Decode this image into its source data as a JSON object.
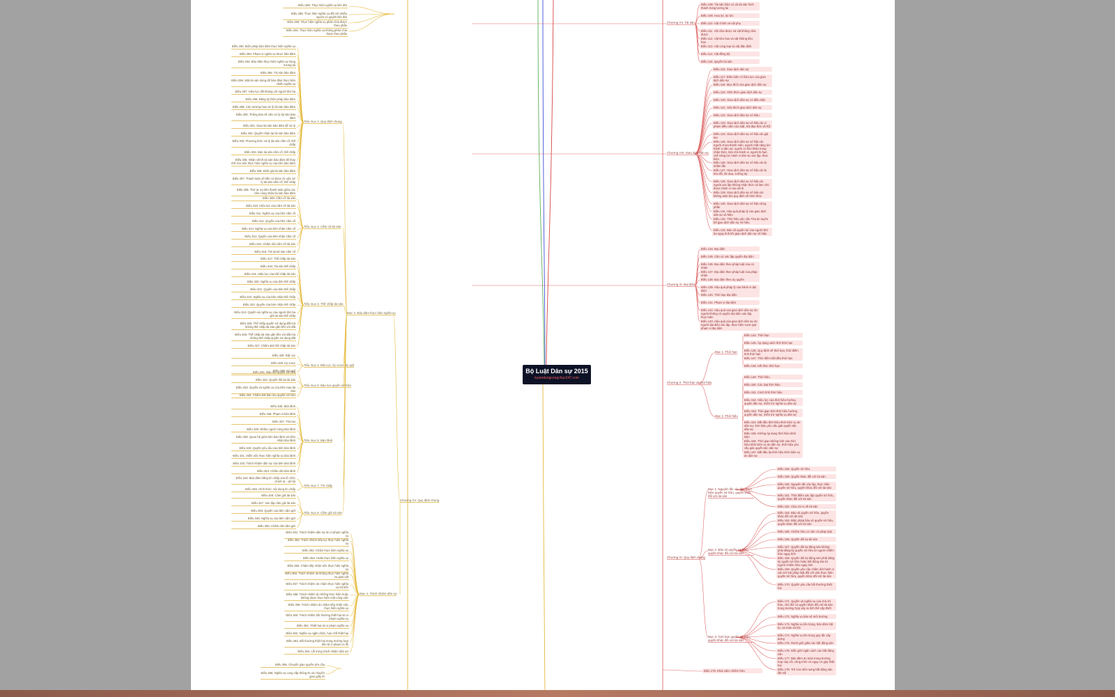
{
  "root": {
    "title": "Bộ Luật Dân sự 2015",
    "link": "tuyendungcongchuc247.com"
  },
  "left": {
    "top_items": [
      "Điều 288. Thực hiện nghĩa vụ liên đới",
      "Điều 289. Thực hiện nghĩa vụ đối với nhiều người có quyền liên đới",
      "Điều 290. Thực hiện nghĩa vụ phân chia được theo phần",
      "Điều 291. Thực hiện nghĩa vụ không phân chia được theo phần"
    ],
    "section": "Mục 3. Bảo đảm thực hiện nghĩa vụ",
    "chapter": "Chương XV. Quy định chung",
    "subgroups": [
      {
        "label": "Tiểu mục 1. Quy định chung",
        "items": [
          "Điều 292. Biện pháp bảo đảm thực hiện nghĩa vụ",
          "Điều 293. Phạm vi nghĩa vụ được bảo đảm",
          "Điều 294. Bảo đảm thực hiện nghĩa vụ trong tương lai",
          "Điều 295. Tài sản bảo đảm",
          "Điều 296. Một tài sản dùng để bảo đảm thực hiện nhiều nghĩa vụ",
          "Điều 297. Hiệu lực đối kháng với người thứ ba",
          "Điều 298. Đăng ký biện pháp bảo đảm",
          "Điều 299. Các trường hợp xử lý tài sản bảo đảm",
          "Điều 300. Thông báo về việc xử lý tài sản bảo đảm",
          "Điều 301. Giao tài sản bảo đảm để xử lý",
          "Điều 302. Quyền nhận lại tài sản bảo đảm",
          "Điều 303. Phương thức xử lý tài sản cầm cố, thế chấp",
          "Điều 304. Bán tài sản cầm cố, thế chấp",
          "Điều 305. Nhận chính tài sản bảo đảm để thay thế cho việc thực hiện nghĩa vụ của bên bảo đảm",
          "Điều 306. Định giá tài sản bảo đảm",
          "Điều 307. Thanh toán số tiền có được từ việc xử lý tài sản cầm cố, thế chấp",
          "Điều 308. Thứ tự ưu tiên thanh toán giữa các bên cùng nhận tài sản bảo đảm"
        ]
      },
      {
        "label": "Tiểu mục 2. Cầm cố tài sản",
        "items": [
          "Điều 309. Cầm cố tài sản",
          "Điều 310. Hiệu lực của cầm cố tài sản",
          "Điều 311. Nghĩa vụ của bên cầm cố",
          "Điều 312. Quyền của bên cầm cố",
          "Điều 313. Nghĩa vụ của bên nhận cầm cố",
          "Điều 314. Quyền của bên nhận cầm cố",
          "Điều 315. Chấm dứt cầm cố tài sản",
          "Điều 316. Trả lại tài sản cầm cố"
        ]
      },
      {
        "label": "Tiểu mục 3. Thế chấp tài sản",
        "items": [
          "Điều 317. Thế chấp tài sản",
          "Điều 318. Tài sản thế chấp",
          "Điều 319. Hiệu lực của thế chấp tài sản",
          "Điều 320. Nghĩa vụ của bên thế chấp",
          "Điều 321. Quyền của bên thế chấp",
          "Điều 322. Nghĩa vụ của bên nhận thế chấp",
          "Điều 323. Quyền của bên nhận thế chấp",
          "Điều 324. Quyền và nghĩa vụ của người thứ ba giữ tài sản thế chấp",
          "Điều 325. Thế chấp quyền sử dụng đất mà không thế chấp tài sản gắn liền với đất",
          "Điều 326. Thế chấp tài sản gắn liền với đất mà không thế chấp quyền sử dụng đất",
          "Điều 327. Chấm dứt thế chấp tài sản"
        ]
      },
      {
        "label": "Tiểu mục 4. Đặt cọc, ký cược, ký quỹ",
        "items": [
          "Điều 328. Đặt cọc",
          "Điều 329. Ký cược",
          "Điều 330. Ký quỹ"
        ]
      },
      {
        "label": "Tiểu mục 5. Bảo lưu quyền sở hữu",
        "items": [
          "Điều 331. Bảo lưu quyền sở hữu",
          "Điều 332. Quyền đòi lại tài sản",
          "Điều 333. Quyền và nghĩa vụ của bên mua tài sản",
          "Điều 334. Chấm dứt bảo lưu quyền sở hữu"
        ]
      },
      {
        "label": "Tiểu mục 6. Bảo lãnh",
        "items": [
          "Điều 335. Bảo lãnh",
          "Điều 336. Phạm vi bảo lãnh",
          "Điều 337. Thù lao",
          "Điều 338. Nhiều người cùng bảo lãnh",
          "Điều 339. Quan hệ giữa bên bảo lãnh với bên nhận bảo lãnh",
          "Điều 340. Quyền yêu cầu của bên bảo lãnh",
          "Điều 341. Miễn việc thực hiện nghĩa vụ bảo lãnh",
          "Điều 342. Trách nhiệm dân sự của bên bảo lãnh",
          "Điều 343. Chấm dứt bảo lãnh"
        ]
      },
      {
        "label": "Tiểu mục 7. Tín chấp",
        "items": [
          "Điều 344. Bảo đảm bằng tín chấp của tổ chức chính trị - xã hội",
          "Điều 345. Hình thức, nội dung tín chấp"
        ]
      },
      {
        "label": "Tiểu mục 8. Cầm giữ tài sản",
        "items": [
          "Điều 346. Cầm giữ tài sản",
          "Điều 347. Xác lập cầm giữ tài sản",
          "Điều 348. Quyền của bên cầm giữ",
          "Điều 349. Nghĩa vụ của bên cầm giữ",
          "Điều 350. Chấm dứt cầm giữ"
        ]
      }
    ],
    "section4": {
      "label": "Mục 4. Trách nhiệm dân sự",
      "items": [
        "Điều 351. Trách nhiệm dân sự do vi phạm nghĩa vụ",
        "Điều 352. Trách nhiệm tiếp tục thực hiện nghĩa vụ",
        "Điều 353. Chậm thực hiện nghĩa vụ",
        "Điều 354. Hoãn thực hiện nghĩa vụ",
        "Điều 355. Chậm tiếp nhận việc thực hiện nghĩa vụ",
        "Điều 356. Trách nhiệm do không thực hiện nghĩa vụ giao vật",
        "Điều 357. Trách nhiệm do chậm thực hiện nghĩa vụ trả tiền",
        "Điều 358. Trách nhiệm do không thực hiện hoặc không được thực hiện một công việc",
        "Điều 359. Trách nhiệm do chậm tiếp nhận việc thực hiện nghĩa vụ",
        "Điều 360. Trách nhiệm bồi thường thiệt hại do vi phạm nghĩa vụ",
        "Điều 361. Thiệt hại do vi phạm nghĩa vụ",
        "Điều 362. Nghĩa vụ ngăn chặn, hạn chế thiệt hại",
        "Điều 363. Bồi thường thiệt hại trong trường hợp bên bị vi phạm có lỗi",
        "Điều 364. Lỗi trong trách nhiệm dân sự"
      ]
    },
    "bottom_items": [
      "Điều 365. Chuyển giao quyền yêu cầu",
      "Điều 366. Nghĩa vụ cung cấp thông tin và chuyển giao giấy tờ"
    ]
  },
  "right": {
    "chapter7": {
      "label": "Chương VII. Tài sản",
      "items": [
        "Điều 108. Tài sản hiện có và tài sản hình thành trong tương lai",
        "Điều 109. Hoa lợi, lợi tức",
        "Điều 110. Vật chính và vật phụ",
        "Điều 111. Vật chia được và vật không chia được",
        "Điều 112. Vật tiêu hao và vật không tiêu hao",
        "Điều 113. Vật cùng loại và vật đặc định",
        "Điều 114. Vật đồng bộ",
        "Điều 115. Quyền tài sản"
      ]
    },
    "chapter8": {
      "label": "Chương VIII. Giao dịch dân sự",
      "items": [
        "Điều 116. Giao dịch dân sự",
        "Điều 117. Điều kiện có hiệu lực của giao dịch dân sự",
        "Điều 118. Mục đích của giao dịch dân sự",
        "Điều 119. Hình thức giao dịch dân sự",
        "Điều 120. Giao dịch dân sự có điều kiện",
        "Điều 121. Giải thích giao dịch dân sự",
        "Điều 122. Giao dịch dân sự vô hiệu",
        "Điều 123. Giao dịch dân sự vô hiệu do vi phạm điều cấm của luật, trái đạo đức xã hội",
        "Điều 124. Giao dịch dân sự vô hiệu do giả tạo",
        "Điều 125. Giao dịch dân sự vô hiệu do người chưa thành niên, người mất năng lực hành vi dân sự, người có khó khăn trong nhận thức, làm chủ hành vi, người bị hạn chế năng lực hành vi dân sự xác lập, thực hiện",
        "Điều 126. Giao dịch dân sự vô hiệu do bị nhầm lẫn",
        "Điều 127. Giao dịch dân sự vô hiệu do bị lừa dối, đe dọa, cưỡng ép",
        "Điều 128. Giao dịch dân sự vô hiệu do người xác lập không nhận thức và làm chủ được hành vi của mình",
        "Điều 129. Giao dịch dân sự vô hiệu do không tuân thủ quy định về hình thức",
        "Điều 130. Giao dịch dân sự vô hiệu từng phần",
        "Điều 131. Hậu quả pháp lý của giao dịch dân sự vô hiệu",
        "Điều 132. Thời hiệu yêu cầu Tòa án tuyên bố giao dịch dân sự vô hiệu",
        "Điều 133. Bảo vệ quyền lợi của người thứ ba ngay tình khi giao dịch dân sự vô hiệu"
      ]
    },
    "chapter9": {
      "label": "Chương IX. Đại diện",
      "items": [
        "Điều 134. Đại diện",
        "Điều 135. Căn cứ xác lập quyền đại diện",
        "Điều 136. Đại diện theo pháp luật của cá nhân",
        "Điều 137. Đại diện theo pháp luật của pháp nhân",
        "Điều 138. Đại diện theo ủy quyền",
        "Điều 139. Hậu quả pháp lý của hành vi đại diện",
        "Điều 140. Thời hạn đại diện",
        "Điều 141. Phạm vi đại diện",
        "Điều 142. Hậu quả của giao dịch dân sự do người không có quyền đại diện xác lập, thực hiện",
        "Điều 143. Hậu quả của giao dịch dân sự do người đại diện xác lập, thực hiện vượt quá phạm vi đại diện"
      ]
    },
    "chapter10": {
      "label": "Chương X. Thời hạn và thời hiệu",
      "groups": [
        {
          "label": "Mục 1. Thời hạn",
          "items": [
            "Điều 144. Thời hạn",
            "Điều 145. Áp dụng cách tính thời hạn",
            "Điều 146. Quy định về thời hạn, thời điểm tính thời hạn",
            "Điều 147. Thời điểm bắt đầu thời hạn",
            "Điều 148. Kết thúc thời hạn"
          ]
        },
        {
          "label": "Mục 2. Thời hiệu",
          "items": [
            "Điều 149. Thời hiệu",
            "Điều 150. Các loại thời hiệu",
            "Điều 151. Cách tính thời hiệu",
            "Điều 152. Hiệu lực của thời hiệu hưởng quyền dân sự, miễn trừ nghĩa vụ dân sự",
            "Điều 153. Thời gian tính thời hiệu hưởng quyền dân sự, miễn trừ nghĩa vụ dân sự",
            "Điều 154. Bắt đầu thời hiệu khởi kiện vụ án dân sự, thời hiệu yêu cầu giải quyết việc dân sự",
            "Điều 155. Không áp dụng thời hiệu khởi kiện",
            "Điều 156. Thời gian không tính vào thời hiệu khởi kiện vụ án dân sự, thời hiệu yêu cầu giải quyết việc dân sự",
            "Điều 157. Bắt đầu lại thời hiệu khởi kiện vụ án dân sự"
          ]
        }
      ]
    },
    "chapter11": {
      "label": "Chương XI. Quy định chung",
      "groups": [
        {
          "label": "Mục 1. Nguyên tắc xác lập, thực hiện quyền sở hữu, quyền khác đối với tài sản",
          "items": [
            "Điều 158. Quyền sở hữu",
            "Điều 159. Quyền khác đối với tài sản",
            "Điều 160. Nguyên tắc xác lập, thực hiện quyền sở hữu, quyền khác đối với tài sản",
            "Điều 161. Thời điểm xác lập quyền sở hữu, quyền khác đối với tài sản",
            "Điều 162. Chịu rủi ro về tài sản"
          ]
        },
        {
          "label": "Mục 2. Bảo vệ quyền sở hữu, quyền khác đối với tài sản",
          "items": [
            "Điều 163. Bảo vệ quyền sở hữu, quyền khác đối với tài sản",
            "Điều 164. Biện pháp bảo vệ quyền sở hữu, quyền khác đối với tài sản",
            "Điều 165. Chiếm hữu có căn cứ pháp luật",
            "Điều 166. Quyền đòi lại tài sản",
            "Điều 167. Quyền đòi lại động sản không phải đăng ký quyền sở hữu từ người chiếm hữu ngay tình",
            "Điều 168. Quyền đòi lại động sản phải đăng ký quyền sở hữu hoặc bất động sản từ người chiếm hữu ngay tình",
            "Điều 169. Quyền yêu cầu chấm dứt hành vi cản trở trái pháp luật đối với việc thực hiện quyền sở hữu, quyền khác đối với tài sản",
            "Điều 170. Quyền yêu cầu bồi thường thiệt hại"
          ]
        },
        {
          "label": "Mục 3. Giới hạn quyền sở hữu, quyền khác đối với tài sản",
          "items": [
            "Điều 171. Quyền và nghĩa vụ của chủ sở hữu, chủ thể có quyền khác đối với tài sản trong trường hợp xảy ra tình thế cấp thiết",
            "Điều 172. Nghĩa vụ bảo vệ môi trường",
            "Điều 173. Nghĩa vụ tôn trọng, bảo đảm trật tự, an toàn xã hội",
            "Điều 174. Nghĩa vụ tôn trọng quy tắc xây dựng",
            "Điều 175. Ranh giới giữa các bất động sản",
            "Điều 176. Mốc giới ngăn cách các bất động sản",
            "Điều 177. Bảo đảm an toàn trong trường hợp cây cối, công trình có nguy cơ gây thiệt hại",
            "Điều 178. Trổ cửa nhìn sang bất động sản liền kề"
          ]
        }
      ]
    },
    "bottom_item": "Điều 179. Khái niệm chiếm hữu"
  },
  "colors": {
    "background": "#a2a2a2",
    "canvas": "#ffffff",
    "left_branch": "#e5b93b",
    "right_branch": "#e06b6b",
    "blue_branch": "#3f4fd6",
    "green_branch": "#5cae5c",
    "red_branch": "#d64545",
    "root_fill": "#0d1226",
    "root_link": "#f05a5a",
    "right_item_fill": "#fde4e4"
  }
}
